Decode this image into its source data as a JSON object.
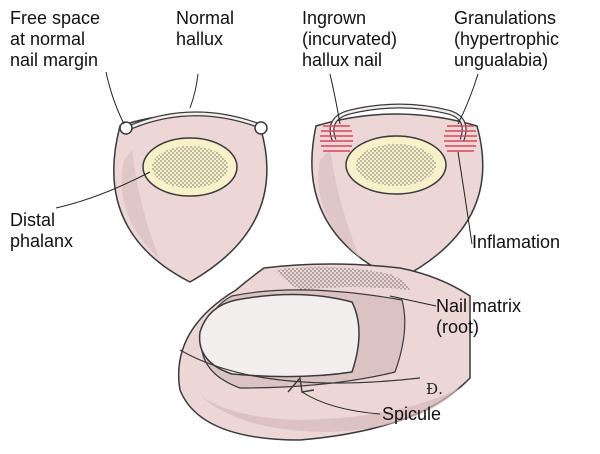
{
  "labels": {
    "free_space": "Free space\nat normal\nnail margin",
    "normal_hallux": "Normal\nhallux",
    "ingrown": "Ingrown\n(incurvated)\nhallux nail",
    "granulations": "Granulations\n(hypertrophic\nungualabia)",
    "distal_phalanx": "Distal\nphalanx",
    "inflamation": "Inflamation",
    "nail_matrix": "Nail matrix\n(root)",
    "spicule": "Spicule"
  },
  "signature": "Ɖ.",
  "colors": {
    "skin": "#ecd7d6",
    "skin_shadow": "#c7a6a6",
    "outline": "#3a3a3a",
    "bone": "#f7f0c8",
    "inflammation": "#d9475a",
    "nail": "#f2eeee"
  }
}
